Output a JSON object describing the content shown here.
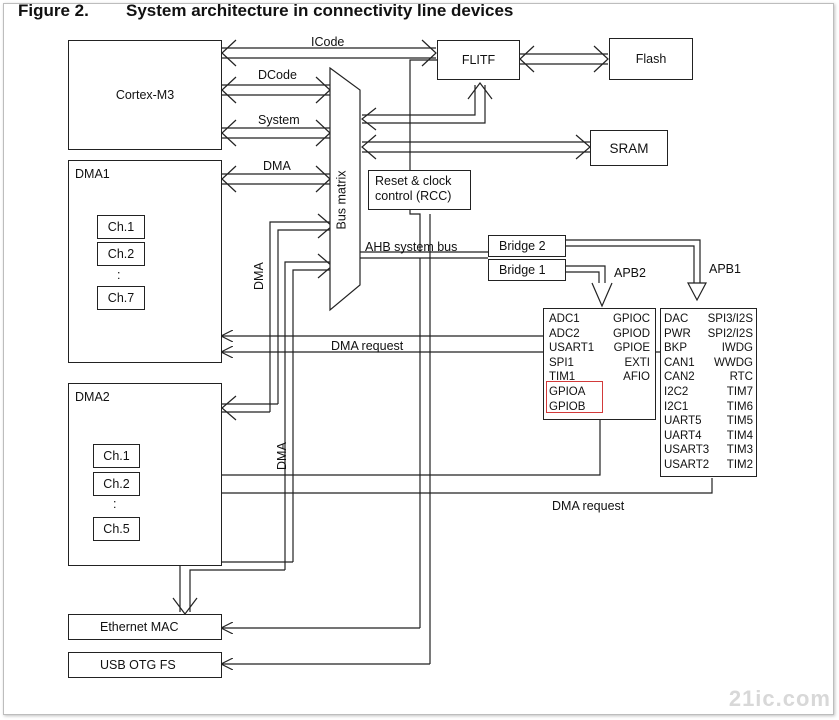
{
  "figure": {
    "number": "Figure 2.",
    "title": "System architecture in connectivity line devices"
  },
  "blocks": {
    "cortex": "Cortex-M3",
    "dma1": "DMA1",
    "dma2": "DMA2",
    "flitf": "FLITF",
    "flash": "Flash",
    "sram": "SRAM",
    "rcc": "Reset & clock\ncontrol (RCC)",
    "bridge2": "Bridge  2",
    "bridge1": "Bridge  1",
    "ethernet": "Ethernet MAC",
    "usb": "USB OTG FS",
    "bus_matrix": "Bus matrix"
  },
  "dma1_channels": [
    "Ch.1",
    "Ch.2",
    "Ch.7"
  ],
  "dma2_channels": [
    "Ch.1",
    "Ch.2",
    "Ch.5"
  ],
  "dots": ":",
  "bus_labels": {
    "icode": "ICode",
    "dcode": "DCode",
    "system": "System",
    "dma_bus": "DMA",
    "ahb": "AHB system bus",
    "apb2": "APB2",
    "apb1": "APB1",
    "dma_request_1": "DMA request",
    "dma_request_2": "DMA request",
    "dma_v1": "DMA",
    "dma_v2": "DMA"
  },
  "apb2_peripherals": {
    "left": [
      "ADC1",
      "ADC2",
      "USART1",
      "SPI1",
      "TIM1",
      "GPIOA",
      "GPIOB"
    ],
    "right": [
      "GPIOC",
      "GPIOD",
      "GPIOE",
      "EXTI",
      "AFIO"
    ]
  },
  "apb1_peripherals": {
    "left": [
      "DAC",
      "PWR",
      "BKP",
      "CAN1",
      "CAN2",
      "I2C2",
      "I2C1",
      "UART5",
      "UART4",
      "USART3",
      "USART2"
    ],
    "right": [
      "SPI3/I2S",
      "SPI2/I2S",
      "IWDG",
      "WWDG",
      "RTC",
      "TIM7",
      "TIM6",
      "TIM5",
      "TIM4",
      "TIM3",
      "TIM2"
    ]
  },
  "watermark": "21ic.com"
}
